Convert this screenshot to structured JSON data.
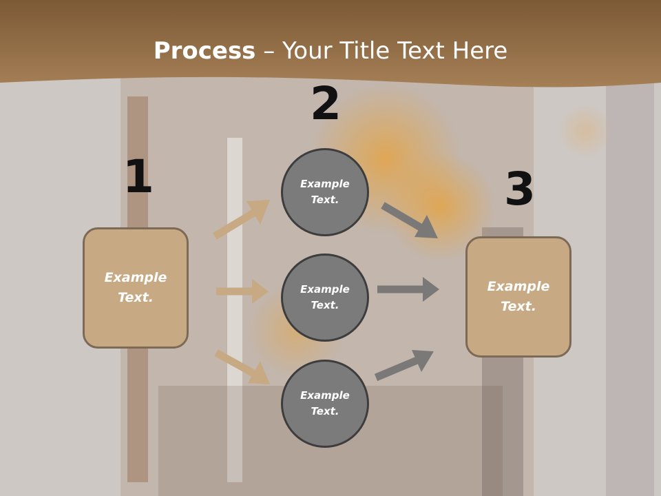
{
  "slide": {
    "title_bold": "Process",
    "title_rest": " – Your Title Text Here",
    "colors": {
      "banner": "#8f6c45",
      "box_fill": "#c7a983",
      "circle_fill": "#7c7b7b",
      "left_arrow": "#c7a983",
      "right_arrow": "#7a7978"
    }
  },
  "steps": {
    "num1": "1",
    "num2": "2",
    "num3": "3"
  },
  "left_box": {
    "line1": "Example",
    "line2": "Text."
  },
  "right_box": {
    "line1": "Example",
    "line2": "Text."
  },
  "circles": [
    {
      "line1": "Example",
      "line2": "Text."
    },
    {
      "line1": "Example",
      "line2": "Text."
    },
    {
      "line1": "Example",
      "line2": "Text."
    }
  ]
}
